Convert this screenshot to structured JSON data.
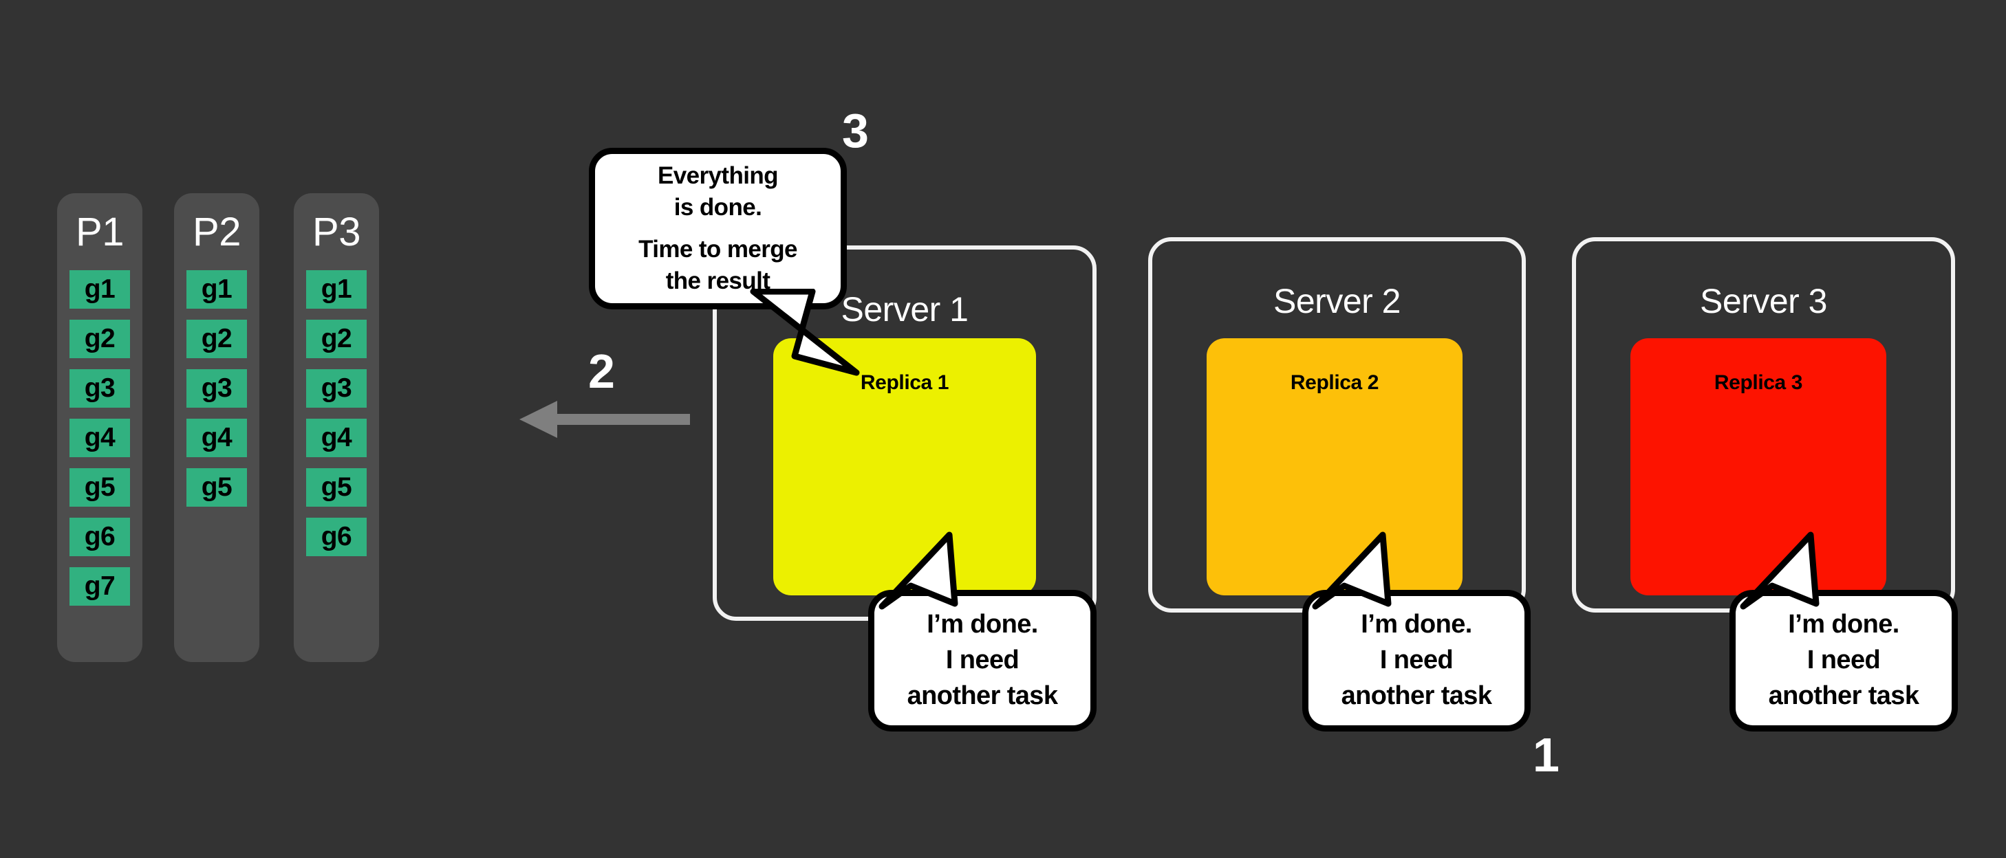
{
  "background_color": "#333333",
  "colors": {
    "background": "#333333",
    "partition_panel": "#4d4d4d",
    "grid_cell_green": "#31b180",
    "replica_1_yellow": "#ecf000",
    "replica_2_amber": "#fdc009",
    "replica_3_red": "#fd1300",
    "server_border": "#f2f2f2",
    "bubble_fill": "#ffffff",
    "bubble_outline": "#000000",
    "arrow": "#7f7f7f",
    "text_light": "#ffffff",
    "text_dark": "#000000"
  },
  "partitions": [
    {
      "title": "P1",
      "cells": [
        "g1",
        "g2",
        "g3",
        "g4",
        "g5",
        "g6",
        "g7"
      ]
    },
    {
      "title": "P2",
      "cells": [
        "g1",
        "g2",
        "g3",
        "g4",
        "g5"
      ]
    },
    {
      "title": "P3",
      "cells": [
        "g1",
        "g2",
        "g3",
        "g4",
        "g5",
        "g6"
      ]
    }
  ],
  "servers": [
    {
      "title": "Server 1",
      "replica_label": "Replica 1",
      "replica_color": "#ecf000"
    },
    {
      "title": "Server 2",
      "replica_label": "Replica 2",
      "replica_color": "#fdc009"
    },
    {
      "title": "Server 3",
      "replica_label": "Replica 3",
      "replica_color": "#fd1300"
    }
  ],
  "merge_bubble": {
    "line1": "Everything",
    "line2": "is done.",
    "line3": "Time to merge",
    "line4": "the result"
  },
  "done_bubble": {
    "line1": "I’m done.",
    "line2": "I need",
    "line3": "another task"
  },
  "step_numbers": {
    "one": "1",
    "two": "2",
    "three": "3"
  },
  "arrow": {
    "direction": "left",
    "label": "2"
  }
}
